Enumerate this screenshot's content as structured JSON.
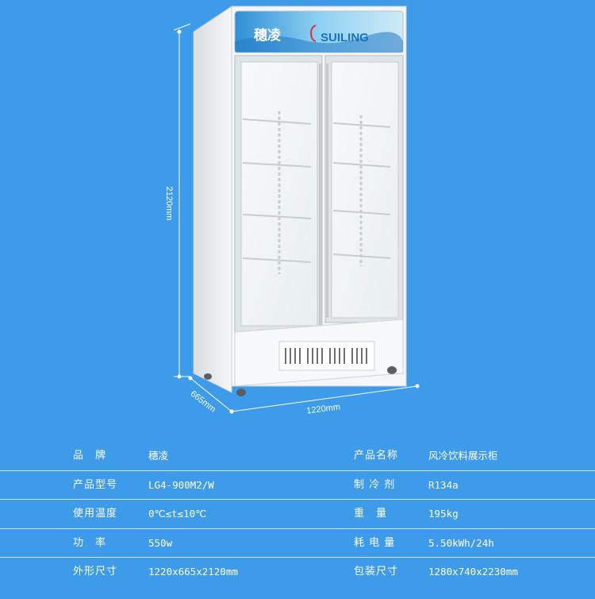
{
  "product": {
    "brand_logo_text": "穗凌",
    "brand_logo_latin": "SUILING"
  },
  "dimensions": {
    "height": "2120mm",
    "depth": "665mm",
    "width": "1220mm"
  },
  "specs": [
    {
      "label_left": "品　牌",
      "value_left": "穗凌",
      "label_right": "产品名称",
      "value_right": "风冷饮料展示柜"
    },
    {
      "label_left": "产品型号",
      "value_left": "LG4-900M2/W",
      "label_right": "制 冷 剂",
      "value_right": "R134a"
    },
    {
      "label_left": "使用温度",
      "value_left": "0℃≤t≤10℃",
      "label_right": "重　量",
      "value_right": "195kg"
    },
    {
      "label_left": "功　率",
      "value_left": "550w",
      "label_right": "耗 电 量",
      "value_right": "5.50kWh/24h"
    },
    {
      "label_left": "外形尺寸",
      "value_left": "1220x665x2120mm",
      "label_right": "包装尺寸",
      "value_right": "1280x740x2230mm"
    }
  ],
  "colors": {
    "background": "#3d9bea",
    "cabinet": "#f4f6f7",
    "header_panel": "#4aa3de",
    "text": "#ffffff"
  }
}
